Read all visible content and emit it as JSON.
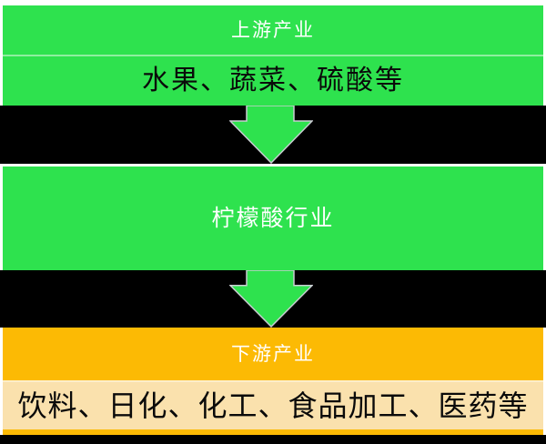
{
  "diagram": {
    "type": "flow",
    "direction": "top-down",
    "subject": "citric acid industry chain",
    "nodes": {
      "upstream_header": "上游产业",
      "upstream_items": "水果、蔬菜、硫酸等",
      "core_industry": "柠檬酸行业",
      "downstream_header": "下游产业",
      "downstream_items": "饮料、日化、化工、食品加工、医药等"
    },
    "arrows": [
      {
        "from": "upstream_items",
        "to": "core_industry",
        "icon": "down-arrow-icon"
      },
      {
        "from": "core_industry",
        "to": "downstream_header",
        "icon": "down-arrow-icon"
      }
    ],
    "colors": {
      "green": "#2ee24e",
      "green_divider": "#8feea0",
      "orange": "#fcba04",
      "peach": "#fae1ad",
      "band_black": "#000000",
      "arrow_fill": "#2ee24e",
      "arrow_outline": "#c9cdd2",
      "text_white": "#ffffff",
      "text_black": "#0a0a0a"
    }
  }
}
